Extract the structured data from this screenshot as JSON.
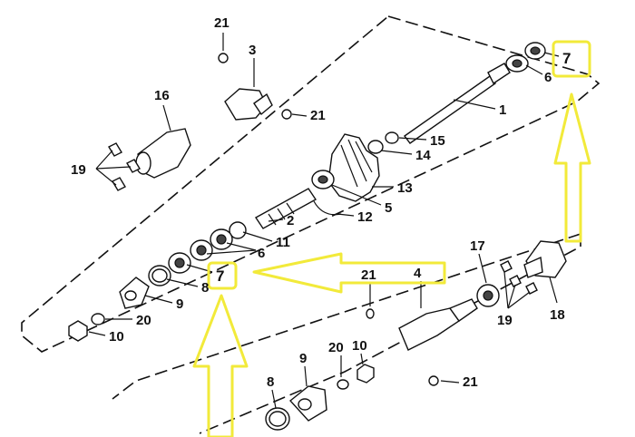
{
  "callouts": {
    "c21a": "21",
    "c3": "3",
    "c16": "16",
    "c21b": "21",
    "c1": "1",
    "c7a": "7",
    "c6a": "6",
    "c15": "15",
    "c14": "14",
    "c19a": "19",
    "c13": "13",
    "c5": "5",
    "c12": "12",
    "c2": "2",
    "c11": "11",
    "c6b": "6",
    "c7b": "7",
    "c8a": "8",
    "c9a": "9",
    "c20a": "20",
    "c10a": "10",
    "c17": "17",
    "c4": "4",
    "c21c": "21",
    "c19b": "19",
    "c18": "18",
    "c20b": "20",
    "c10b": "10",
    "c9b": "9",
    "c8b": "8",
    "c21d": "21"
  },
  "highlight_color": "#f2ea3a",
  "ink_color": "#111111"
}
